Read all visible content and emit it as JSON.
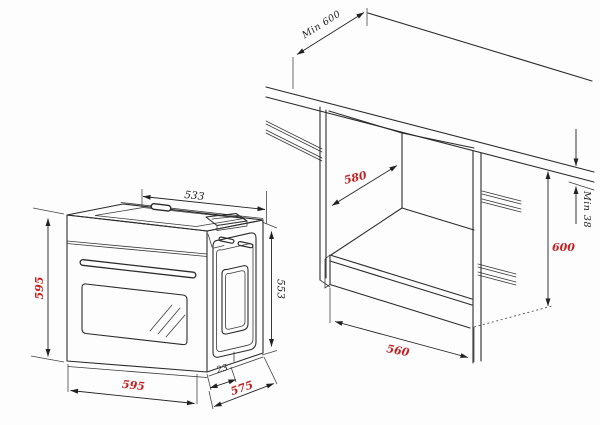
{
  "diagram": {
    "title": "built-in oven installation dimensions",
    "oven": {
      "top_cutout_width": "533",
      "front_height": "595",
      "body_height": "553",
      "front_width": "595",
      "door_overhang": "23",
      "body_depth": "575"
    },
    "cabinet": {
      "worktop_depth": "Min 600",
      "niche_depth": "580",
      "top_clearance": "Min 38",
      "niche_height": "600",
      "niche_width": "560"
    },
    "colors": {
      "dimension_red": "#c32121",
      "line_black": "#2b2b2b",
      "background": "#fdfdfd"
    }
  }
}
